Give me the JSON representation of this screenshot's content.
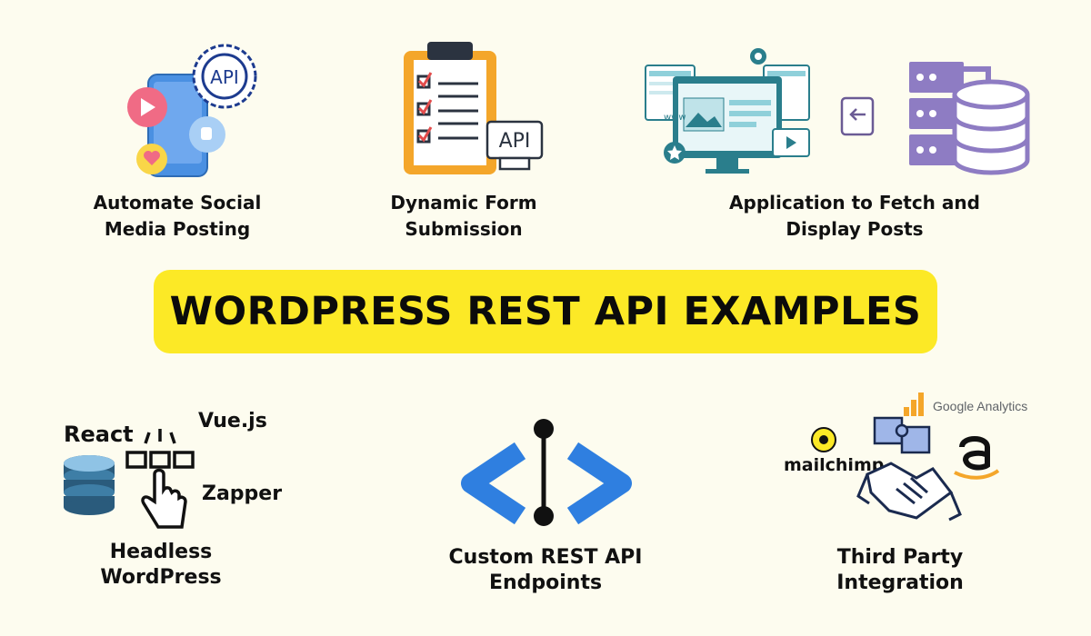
{
  "title": "WORDPRESS REST API EXAMPLES",
  "examples": [
    {
      "id": "social",
      "line1": "Automate Social",
      "line2": "Media Posting",
      "icon_text": "API"
    },
    {
      "id": "form",
      "line1": "Dynamic Form",
      "line2": "Submission",
      "icon_text": "API"
    },
    {
      "id": "fetch",
      "line1": "Application to Fetch and",
      "line2": "Display Posts",
      "icon_text": "www"
    },
    {
      "id": "headless",
      "line1": "Headless",
      "line2": "WordPress",
      "labels": [
        "React",
        "Vue.js",
        "Zapper"
      ]
    },
    {
      "id": "endpoints",
      "line1": "Custom REST API",
      "line2": "Endpoints"
    },
    {
      "id": "integration",
      "line1": "Third Party",
      "line2": "Integration",
      "labels": [
        "mailchimp",
        "Google Analytics"
      ]
    }
  ],
  "colors": {
    "background": "#FDFCEF",
    "banner": "#FCE926",
    "blue": "#2F7FE0",
    "purple": "#8E7CC3",
    "teal": "#2A7E8C",
    "orange": "#F4A62A"
  },
  "icons": [
    "phone-api-icon",
    "clipboard-api-icon",
    "web-dashboard-icon",
    "server-database-icon",
    "hand-click-icon",
    "code-brackets-icon",
    "handshake-icon"
  ]
}
